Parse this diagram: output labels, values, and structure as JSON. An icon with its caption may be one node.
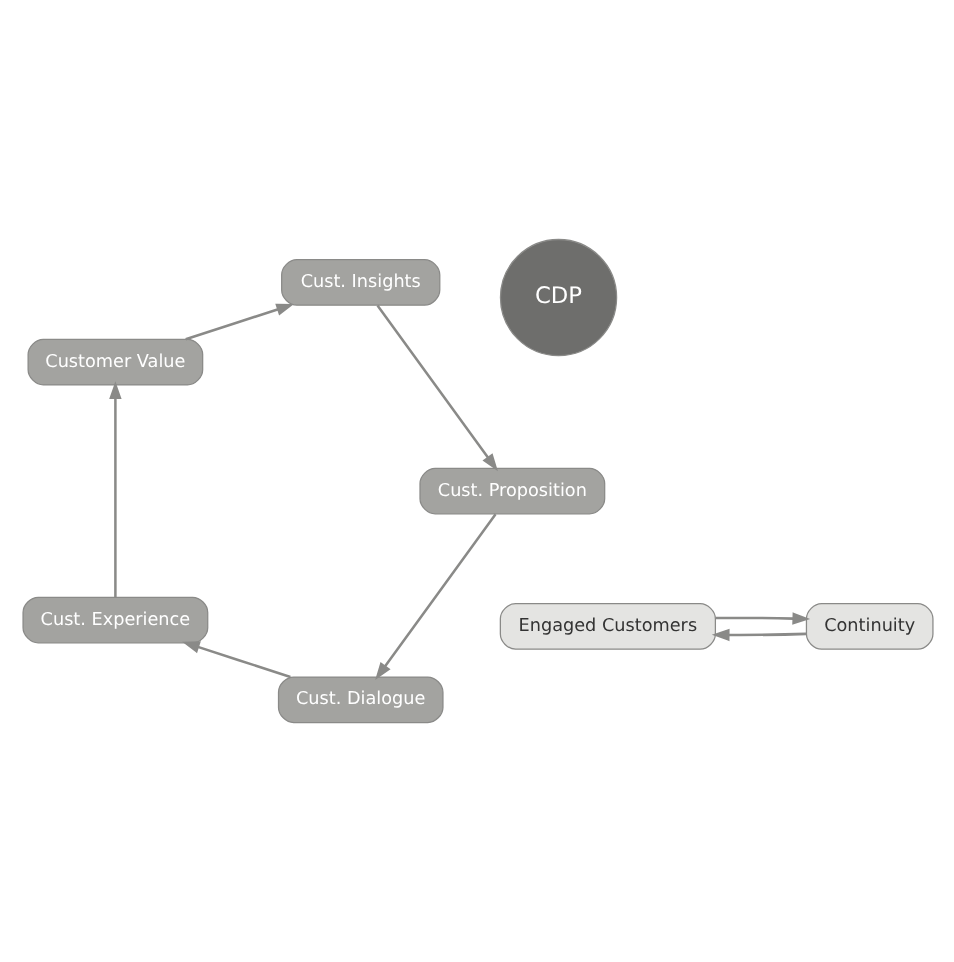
{
  "diagram": {
    "nodes": [
      {
        "text": [
          "Cust. Dialogue"
        ]
      },
      {
        "text": [
          "Cust. Experience"
        ]
      },
      {
        "text": [
          "Customer Value"
        ]
      },
      {
        "text": [
          "Cust. Insights"
        ]
      },
      {
        "text": [
          "Cust. Proposition"
        ]
      },
      {
        "text": [
          "Engaged Customers"
        ]
      },
      {
        "text": [
          "Continuity"
        ]
      },
      {
        "text": [
          "CDP"
        ]
      }
    ],
    "edges": [
      {
        "from": 0,
        "to": 1,
        "arrow": "to"
      },
      {
        "from": 1,
        "to": 2,
        "arrow": "to"
      },
      {
        "from": 2,
        "to": 3,
        "arrow": "to"
      },
      {
        "from": 3,
        "to": 4,
        "arrow": "to"
      },
      {
        "from": 4,
        "to": 0,
        "arrow": "to"
      },
      {
        "from": 5,
        "to": 6,
        "arrow": "to"
      },
      {
        "from": 6,
        "to": 5,
        "arrow": "to"
      }
    ]
  }
}
